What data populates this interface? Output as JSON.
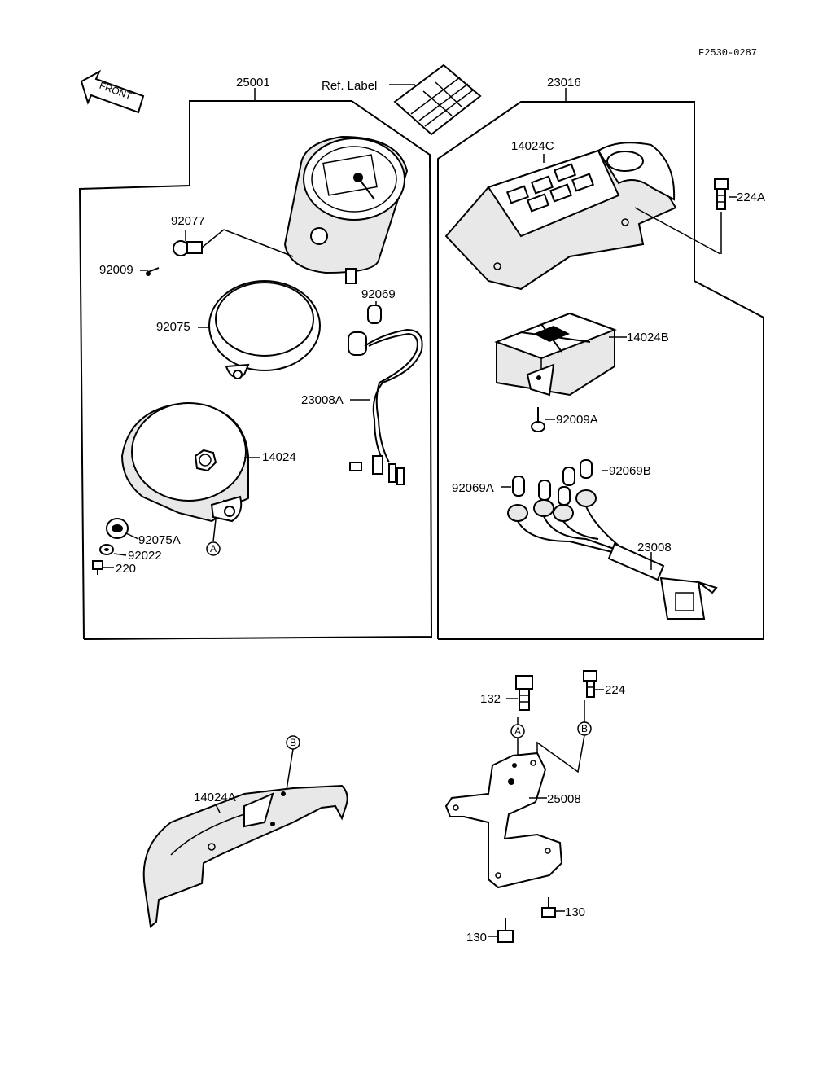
{
  "diagram_code": "F2530-0287",
  "front_arrow": "FRONT",
  "ref_label": "Ref. Label",
  "labels": {
    "p25001": "25001",
    "p23016": "23016",
    "p14024C": "14024C",
    "p224A": "224A",
    "p92077": "92077",
    "p92009": "92009",
    "p92069": "92069",
    "p92075": "92075",
    "p14024B": "14024B",
    "p23008A": "23008A",
    "p92009A": "92009A",
    "p14024": "14024",
    "p92069B": "92069B",
    "p92069A": "92069A",
    "p92075A": "92075A",
    "p23008": "23008",
    "p92022": "92022",
    "p220": "220",
    "p132": "132",
    "p224": "224",
    "p14024A": "14024A",
    "p25008": "25008",
    "p130a": "130",
    "p130b": "130"
  },
  "callouts": {
    "A1": "A",
    "A2": "A",
    "B1": "B",
    "B2": "B"
  }
}
